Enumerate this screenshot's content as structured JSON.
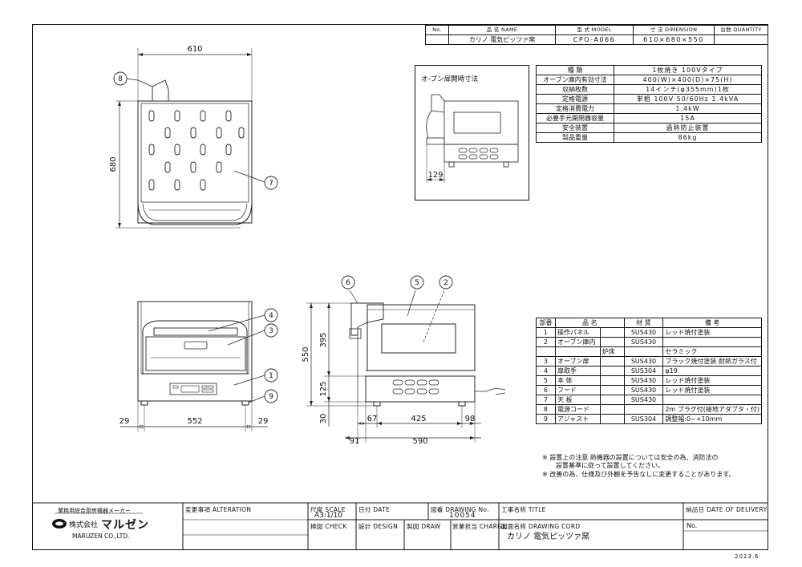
{
  "header_table": {
    "cols": [
      "No.",
      "品 名 NAME",
      "型 式 MODEL",
      "寸 法 DIMENSION",
      "台数 QUANTITY"
    ],
    "row": [
      "",
      "カリノ 電気ピッツァ窯",
      "CPO-A066",
      "610×680×550",
      ""
    ]
  },
  "spec_table": [
    [
      "種 類",
      "1枚焼き 100Vタイプ"
    ],
    [
      "オーブン庫内有効寸法",
      "400(W)×400(D)×75(H)"
    ],
    [
      "収納枚数",
      "14インチ(φ355mm)1枚"
    ],
    [
      "定格電源",
      "単相 100V 50/60Hz 1.4kVA"
    ],
    [
      "定格消費電力",
      "1.4kW"
    ],
    [
      "必要手元開閉器容量",
      "15A"
    ],
    [
      "安全装置",
      "過熱防止装置"
    ],
    [
      "製品重量",
      "86kg"
    ]
  ],
  "oven_door_label": "オ-ブン扉開時寸法",
  "oven_door_dim": "129",
  "dims": {
    "top_width": "610",
    "top_depth": "680",
    "front_left": "29",
    "front_mid": "552",
    "front_right": "29",
    "side_h_total": "550",
    "side_h_upper": "395",
    "side_h_mid": "125",
    "side_h_low": "30",
    "side_67": "67",
    "side_425": "425",
    "side_98": "98",
    "side_91": "91",
    "side_590": "590"
  },
  "callouts": [
    "1",
    "2",
    "3",
    "4",
    "5",
    "6",
    "7",
    "8",
    "9"
  ],
  "parts_table": {
    "headers": [
      "部番",
      "品 名",
      "材 質",
      "備 考"
    ],
    "rows": [
      [
        "1",
        "操作パネル",
        "",
        "SUS430",
        "レッド焼付塗装"
      ],
      [
        "2",
        "オーブン庫内",
        "",
        "SUS430",
        ""
      ],
      [
        "",
        "",
        "炉床",
        "",
        "セラミック"
      ],
      [
        "3",
        "オーブン扉",
        "",
        "SUS430",
        "ブラック焼付塗装 耐熱ガラス付"
      ],
      [
        "4",
        "扉取手",
        "",
        "SUS304",
        "φ19"
      ],
      [
        "5",
        "本 体",
        "",
        "SUS430",
        "レッド焼付塗装"
      ],
      [
        "6",
        "フード",
        "",
        "SUS430",
        "レッド焼付塗装"
      ],
      [
        "7",
        "天 板",
        "",
        "SUS430",
        ""
      ],
      [
        "8",
        "電源コード",
        "",
        "",
        "2m プラグ付(接地アダプタ・付)"
      ],
      [
        "9",
        "アジャスト",
        "",
        "SUS304",
        "調整幅:0~+10mm"
      ]
    ]
  },
  "notes": [
    "※ 設置上の注意 熱機器の設置については安全の為、消防法の",
    "設置基準に従って設置してください。",
    "※ 改善の為、仕様及び外観を予告なしに変更することがあります。"
  ],
  "title_block": {
    "company_top": "業務用総合厨房機器メーカー",
    "company_name": "株式会社",
    "company_brand": "マルゼン",
    "company_en": "MARUZEN CO.,LTD.",
    "alteration_label": "変更事項 ALTERATION",
    "scale_label": "尺度 SCALE",
    "scale_value": "A3:1/10",
    "date_label": "日付 DATE",
    "drawing_label": "図番 DRAWING No.",
    "drawing_no": "10054",
    "title_label": "工事名称 TITLE",
    "delivery_label": "納品日 DATE OF DELIVERY",
    "check_label": "検図 CHECK",
    "design_label": "設計 DESIGN",
    "draw_label": "製図 DRAW",
    "charge_label": "営業担当 CHARGE",
    "drawing_code_label": "図面名称 DRAWING CORD",
    "drawing_name": "カリノ 電気ピッツァ窯",
    "no_label": "No.",
    "date_stamp": "2023.6"
  }
}
